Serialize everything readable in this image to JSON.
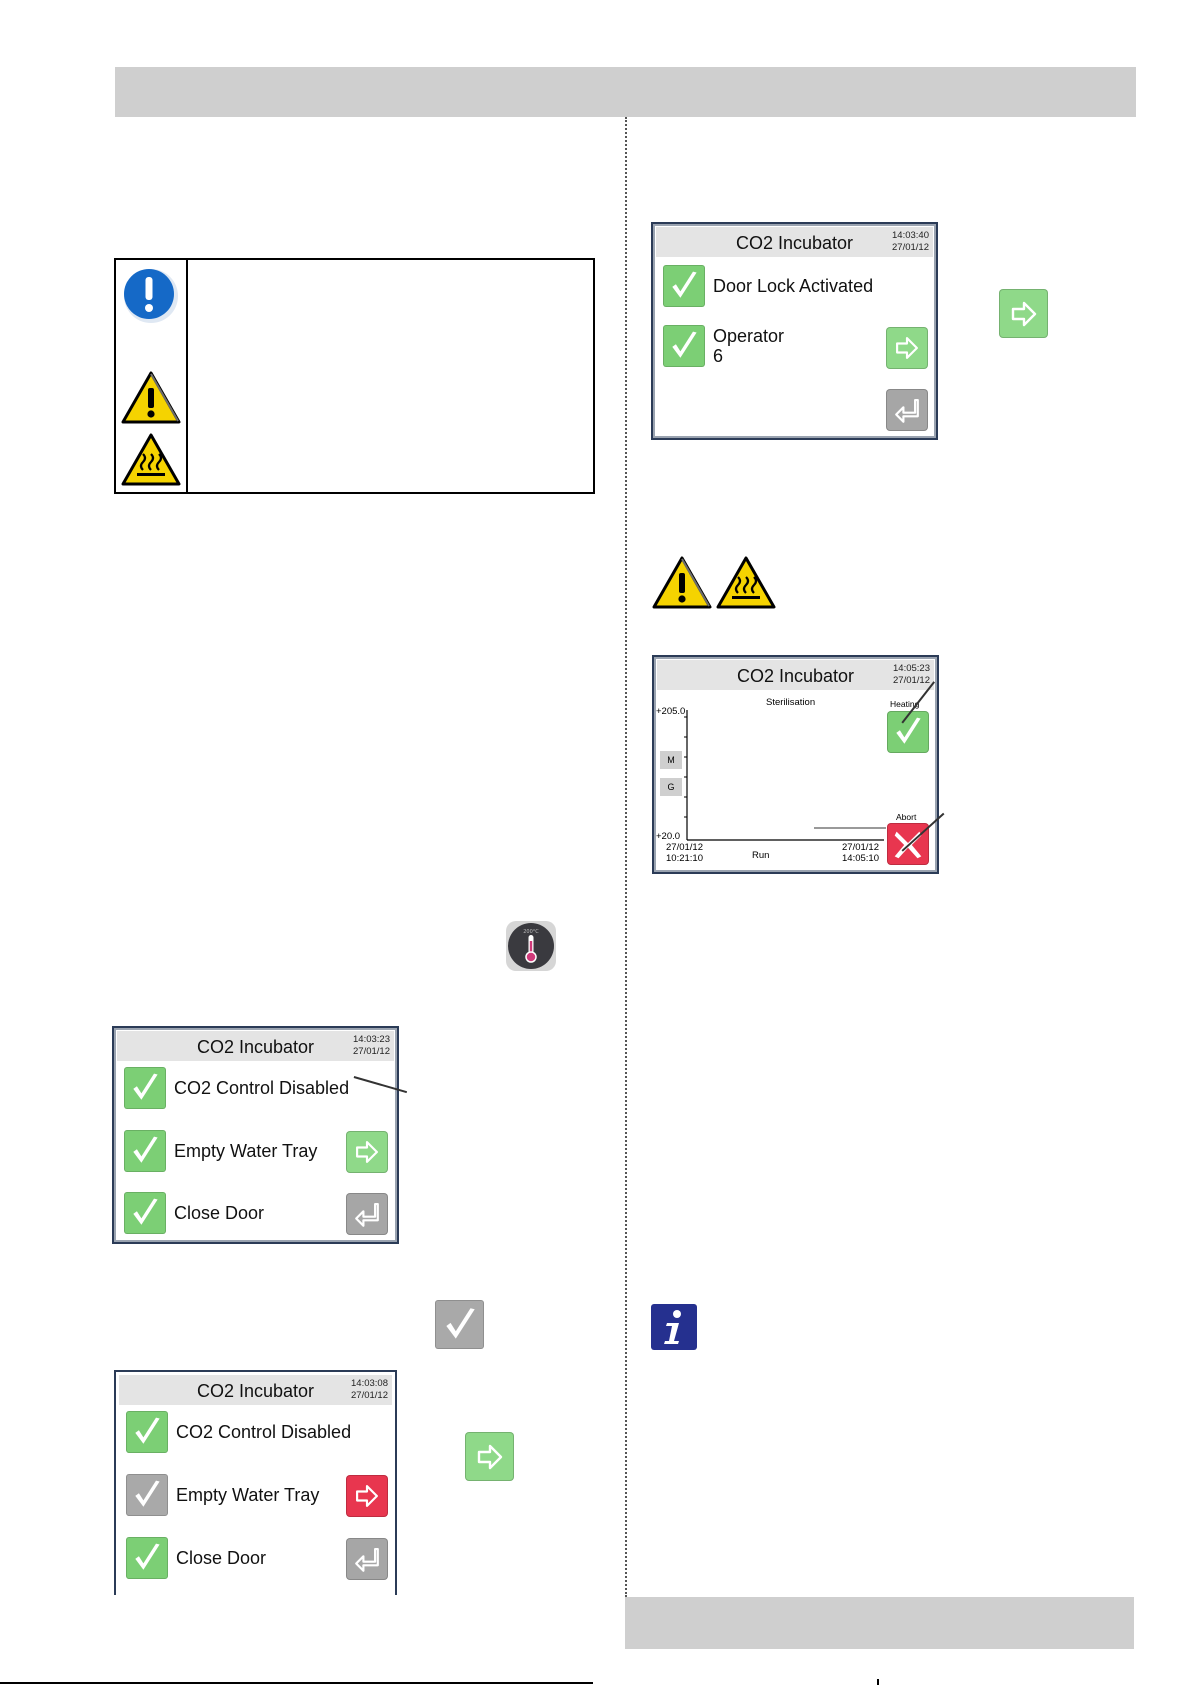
{
  "screen_a": {
    "title": "CO2 Incubator",
    "time": "14:03:40",
    "date": "27/01/12",
    "rows": [
      {
        "label": "Door Lock Activated"
      },
      {
        "label": "Operator",
        "sub": "6"
      }
    ]
  },
  "screen_b": {
    "title": "CO2 Incubator",
    "time": "14:05:23",
    "date": "27/01/12",
    "chart_data": {
      "type": "line",
      "title": "Sterilisation",
      "xlabel": "Run",
      "ylim": [
        20.0,
        205.0
      ],
      "y_ticks": [
        "+205.0",
        "+20.0"
      ],
      "x_start": {
        "date": "27/01/12",
        "time": "10:21:10"
      },
      "x_end": {
        "date": "27/01/12",
        "time": "14:05:10"
      },
      "series": []
    },
    "side_buttons": [
      "M",
      "G"
    ],
    "heating_label": "Heating",
    "abort_label": "Abort"
  },
  "screen_c": {
    "title": "CO2 Incubator",
    "time": "14:03:23",
    "date": "27/01/12",
    "rows": [
      {
        "label": "CO2 Control Disabled"
      },
      {
        "label": "Empty Water Tray"
      },
      {
        "label": "Close Door"
      }
    ]
  },
  "screen_d": {
    "title": "CO2 Incubator",
    "time": "14:03:08",
    "date": "27/01/12",
    "rows": [
      {
        "label": "CO2 Control Disabled"
      },
      {
        "label": "Empty Water Tray"
      },
      {
        "label": "Close Door"
      }
    ]
  },
  "thermometer_badge": "200°C",
  "colors": {
    "check_green": "#7ccf75",
    "arrow_green": "#8fd989",
    "abort_red": "#e8364f",
    "disabled_grey": "#a9a9a9",
    "info_blue": "#25308f",
    "warning_yellow": "#f5d300",
    "notice_blue": "#1569c7"
  },
  "icons": [
    "notice-icon",
    "warning-icon",
    "hot-surface-icon",
    "info-icon",
    "thermometer-icon",
    "check-icon",
    "arrow-right-icon",
    "return-icon",
    "abort-x-icon"
  ]
}
